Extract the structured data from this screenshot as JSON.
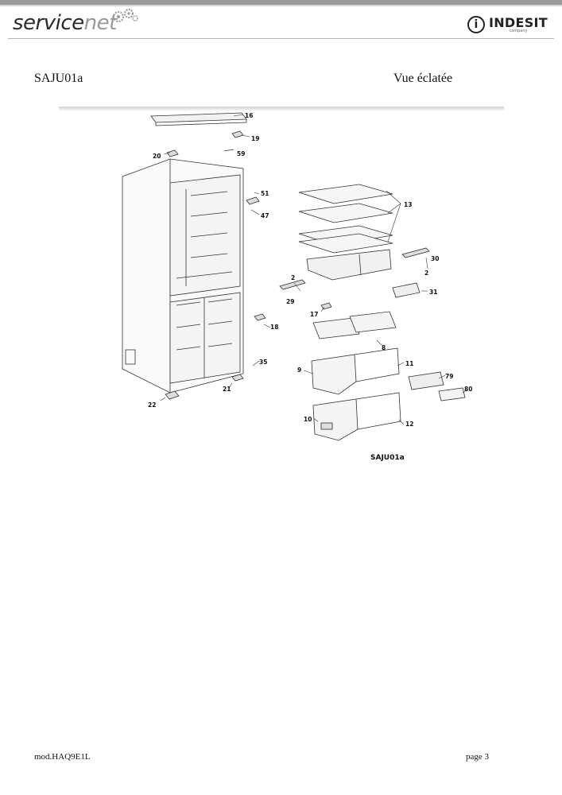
{
  "header": {
    "brand_left_a": "service",
    "brand_left_b": "net",
    "brand_right": "INDESIT",
    "brand_right_sub": "company",
    "brand_right_icon": "i"
  },
  "document": {
    "model_code": "SAJU01a",
    "view_title": "Vue éclatée"
  },
  "diagram": {
    "caption": "SAJU01a",
    "callouts": [
      "16",
      "19",
      "20",
      "59",
      "51",
      "47",
      "13",
      "30",
      "2",
      "2",
      "29",
      "31",
      "17",
      "18",
      "8",
      "35",
      "9",
      "11",
      "79",
      "80",
      "21",
      "22",
      "10",
      "12"
    ]
  },
  "footer": {
    "model": "mod.HAQ9E1L",
    "page": "page 3"
  }
}
